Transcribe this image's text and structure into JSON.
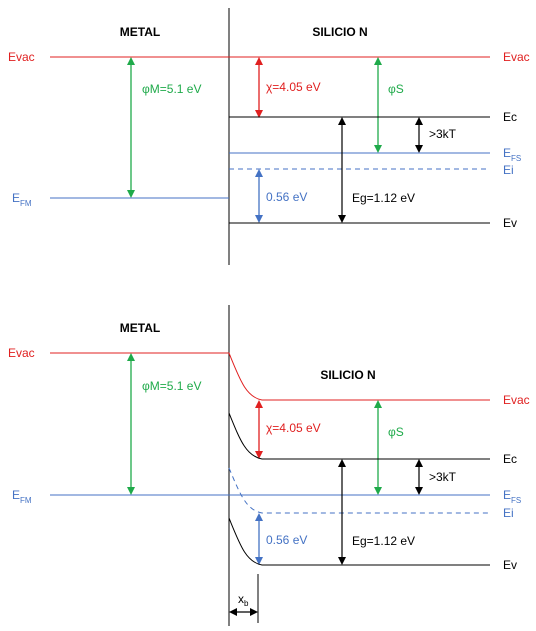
{
  "colors": {
    "evac": "#e02020",
    "fermi": "#4472c4",
    "green": "#1faa4a",
    "black": "#000000"
  },
  "top": {
    "metal_label": "METAL",
    "silicon_label": "SILICIO N",
    "evac_left": "Evac",
    "evac_right": "Evac",
    "phi_m": "φM=5.1 eV",
    "chi": "χ=4.05 eV",
    "phi_s": "φS",
    "ec": "Ec",
    "three_kt": ">3kT",
    "efs_main": "E",
    "efs_sub": "FS",
    "ei": "Ei",
    "efm_main": "E",
    "efm_sub": "FM",
    "delta_ei": "0.56 eV",
    "eg": "Eg=1.12 eV",
    "ev": "Ev"
  },
  "bottom": {
    "metal_label": "METAL",
    "silicon_label": "SILICIO N",
    "evac_left": "Evac",
    "evac_right": "Evac",
    "phi_m": "φM=5.1 eV",
    "chi": "χ=4.05 eV",
    "phi_s": "φS",
    "ec": "Ec",
    "three_kt": ">3kT",
    "efm_main": "E",
    "efm_sub": "FM",
    "efs_main": "E",
    "efs_sub": "FS",
    "ei": "Ei",
    "delta_ei": "0.56 eV",
    "eg": "Eg=1.12 eV",
    "ev": "Ev",
    "xb_main": "x",
    "xb_sub": "b"
  }
}
